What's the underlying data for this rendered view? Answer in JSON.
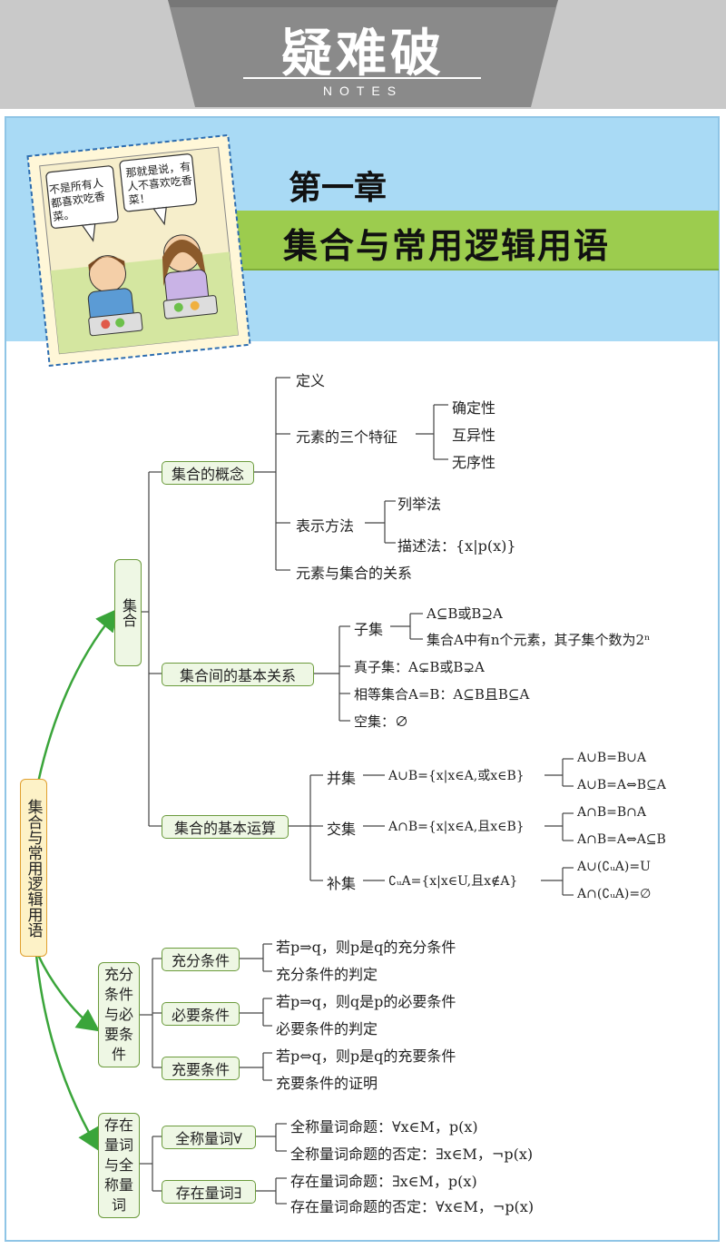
{
  "header": {
    "title": "疑难破",
    "subtitle": "NOTES"
  },
  "chapter": {
    "label": "第一章",
    "title": "集合与常用逻辑用语"
  },
  "comic": {
    "bubble_left": "不是所有人都喜欢吃香菜。",
    "bubble_right": "那就是说，有人不喜欢吃香菜！"
  },
  "colors": {
    "accent_green": "#9ccc4e",
    "sky_blue": "#a9daf5",
    "header_grey": "#8a8a8a",
    "arrow_green": "#3aa53a",
    "root_orange": "#e0a030"
  },
  "mindmap": {
    "root": "集合与常用逻辑用语",
    "set": {
      "label": "集合",
      "concept": {
        "label": "集合的概念",
        "definition": "定义",
        "three_features": {
          "label": "元素的三个特征",
          "items": [
            "确定性",
            "互异性",
            "无序性"
          ]
        },
        "representation": {
          "label": "表示方法",
          "items": [
            "列举法",
            "描述法：{x|p(x)}"
          ]
        },
        "element_relation": "元素与集合的关系"
      },
      "relations": {
        "label": "集合间的基本关系",
        "subset": {
          "label": "子集",
          "items": [
            "A⊆B或B⊇A",
            "集合A中有n个元素，其子集个数为2ⁿ"
          ]
        },
        "proper_subset": "真子集：A⊊B或B⊋A",
        "equal_sets": "相等集合A=B：A⊆B且B⊆A",
        "empty_set": "空集：∅"
      },
      "operations": {
        "label": "集合的基本运算",
        "union": {
          "label": "并集",
          "def": "A∪B={x|x∈A,或x∈B}",
          "props": [
            "A∪B=B∪A",
            "A∪B=A⇔B⊆A"
          ]
        },
        "intersection": {
          "label": "交集",
          "def": "A∩B={x|x∈A,且x∈B}",
          "props": [
            "A∩B=B∩A",
            "A∩B=A⇔A⊆B"
          ]
        },
        "complement": {
          "label": "补集",
          "def": "∁ᵤA={x|x∈U,且x∉A}",
          "props": [
            "A∪(∁ᵤA)=U",
            "A∩(∁ᵤA)=∅"
          ]
        }
      }
    },
    "conditions": {
      "label": "充分条件与必要条件",
      "sufficient": {
        "label": "充分条件",
        "items": [
          "若p⇒q，则p是q的充分条件",
          "充分条件的判定"
        ]
      },
      "necessary": {
        "label": "必要条件",
        "items": [
          "若p⇒q，则q是p的必要条件",
          "必要条件的判定"
        ]
      },
      "both": {
        "label": "充要条件",
        "items": [
          "若p⇔q，则p是q的充要条件",
          "充要条件的证明"
        ]
      }
    },
    "quantifiers": {
      "label": "存在量词与全称量词",
      "universal": {
        "label": "全称量词∀",
        "items": [
          "全称量词命题：∀x∈M，p(x)",
          "全称量词命题的否定：∃x∈M，¬p(x)"
        ]
      },
      "existential": {
        "label": "存在量词∃",
        "items": [
          "存在量词命题：∃x∈M，p(x)",
          "存在量词命题的否定：∀x∈M，¬p(x)"
        ]
      }
    }
  }
}
